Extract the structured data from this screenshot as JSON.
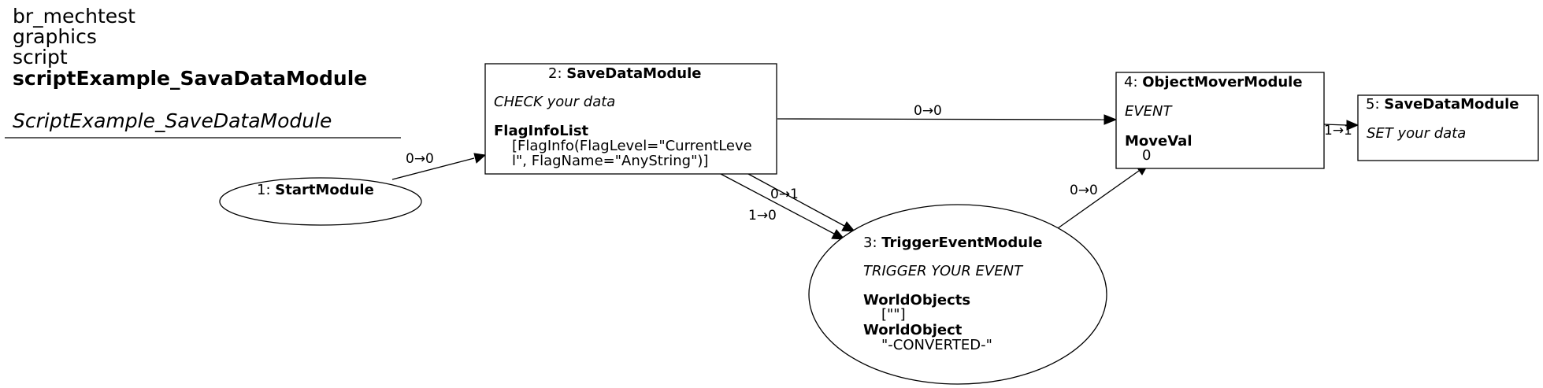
{
  "header": {
    "line1": "br_mechtest",
    "line2": "graphics",
    "line3": "script",
    "title": "scriptExample_SavaDataModule",
    "subtitle": "ScriptExample_SaveDataModule"
  },
  "nodes": {
    "n1": {
      "num": "1: ",
      "name": "StartModule"
    },
    "n2": {
      "num": "2: ",
      "name": "SaveDataModule",
      "desc": "CHECK your data",
      "param_name": "FlagInfoList",
      "param_line1": "[FlagInfo(FlagLevel=\"CurrentLeve",
      "param_line2": "l\", FlagName=\"AnyString\")]"
    },
    "n3": {
      "num": "3: ",
      "name": "TriggerEventModule",
      "desc": "TRIGGER YOUR EVENT",
      "param1_name": "WorldObjects",
      "param1_value": "[\"\"]",
      "param2_name": "WorldObject",
      "param2_value": "\"-CONVERTED-\""
    },
    "n4": {
      "num": "4: ",
      "name": "ObjectMoverModule",
      "desc": "EVENT",
      "param_name": "MoveVal",
      "param_value": "0"
    },
    "n5": {
      "num": "5: ",
      "name": "SaveDataModule",
      "desc": "SET your data"
    }
  },
  "edges": {
    "e1_2": "0→0",
    "e2_4": "0→0",
    "e2_3a": "0→1",
    "e2_3b": "1→0",
    "e3_4": "0→0",
    "e4_5": "1→1"
  }
}
